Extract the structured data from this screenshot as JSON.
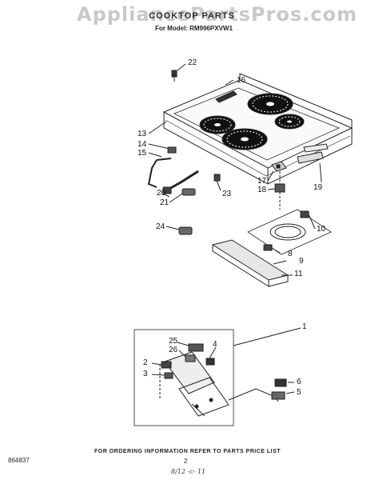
{
  "watermark": "AppliancePartsPros.com",
  "header": {
    "title": "COOKTOP PARTS",
    "model_line": "For Model: RM996PXVW1"
  },
  "callouts": {
    "c22": "22",
    "c16": "16",
    "c13": "13",
    "c14": "14",
    "c15": "15",
    "c17": "17",
    "c18": "18",
    "c19": "19",
    "c20": "20",
    "c21": "21",
    "c23": "23",
    "c24": "24",
    "c10": "10",
    "c8": "8",
    "c9": "9",
    "c11": "11",
    "c1": "1",
    "c25": "25",
    "c26": "26",
    "c4": "4",
    "c2": "2",
    "c3": "3",
    "c6": "6",
    "c5": "5"
  },
  "footer": {
    "ordering_note": "FOR ORDERING INFORMATION REFER TO PARTS PRICE LIST",
    "part_code": "864837",
    "page_number": "2",
    "handwritten_note": "8/12 -c- 11"
  }
}
